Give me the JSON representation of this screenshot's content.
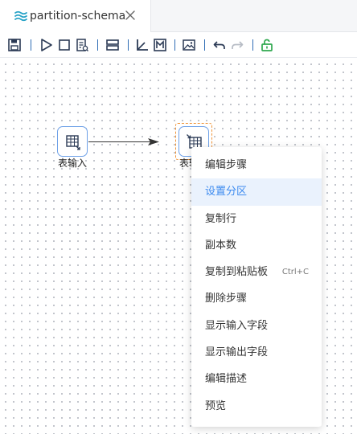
{
  "tab": {
    "title": "partition-schema",
    "icon": "layers-icon",
    "close_icon": "close-icon"
  },
  "toolbar": {
    "buttons": [
      "save-icon",
      "run-icon",
      "stop-icon",
      "preview-icon",
      "align-icon",
      "angle-icon",
      "metrics-icon",
      "image-icon",
      "undo-icon",
      "redo-icon",
      "unlock-icon"
    ]
  },
  "colors": {
    "accent": "#3d8bf0",
    "selection": "#f0953a",
    "separator": "#2f6db5",
    "unlock": "#2fa84f",
    "node_border": "#6ea1e8"
  },
  "nodes": [
    {
      "label": "表输入",
      "icon": "table-input-icon"
    },
    {
      "label": "表输",
      "icon": "table-output-icon"
    }
  ],
  "context_menu": {
    "items": [
      {
        "label": "编辑步骤",
        "shortcut": ""
      },
      {
        "label": "设置分区",
        "shortcut": ""
      },
      {
        "label": "复制行",
        "shortcut": ""
      },
      {
        "label": "副本数",
        "shortcut": ""
      },
      {
        "label": "复制到粘贴板",
        "shortcut": "Ctrl+C"
      },
      {
        "label": "删除步骤",
        "shortcut": ""
      },
      {
        "label": "显示输入字段",
        "shortcut": ""
      },
      {
        "label": "显示输出字段",
        "shortcut": ""
      },
      {
        "label": "编辑描述",
        "shortcut": ""
      },
      {
        "label": "预览",
        "shortcut": ""
      }
    ],
    "active_index": 1
  }
}
